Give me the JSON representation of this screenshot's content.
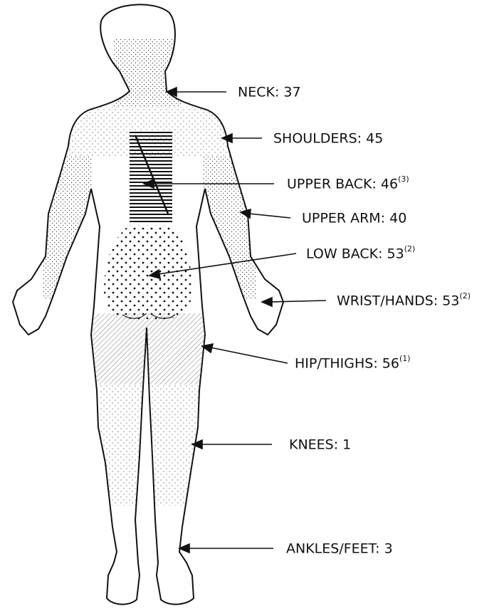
{
  "labels": [
    {
      "id": "neck",
      "text": "NECK: 37",
      "note": ""
    },
    {
      "id": "shoulders",
      "text": "SHOULDERS: 45",
      "note": ""
    },
    {
      "id": "upper_back",
      "text": "UPPER BACK: 46",
      "note": "(3)"
    },
    {
      "id": "upper_arm",
      "text": "UPPER ARM: 40",
      "note": ""
    },
    {
      "id": "low_back",
      "text": "LOW BACK: 53",
      "note": "(2)"
    },
    {
      "id": "wrist_hands",
      "text": "WRIST/HANDS: 53",
      "note": "(2)"
    },
    {
      "id": "hip_thighs",
      "text": "HIP/THIGHS: 56",
      "note": "(1)"
    },
    {
      "id": "knees",
      "text": "KNEES: 1",
      "note": ""
    },
    {
      "id": "ankles_feet",
      "text": "ANKLES/FEET: 3",
      "note": ""
    }
  ],
  "colors": {
    "ink": "#111111",
    "background": "#ffffff"
  }
}
